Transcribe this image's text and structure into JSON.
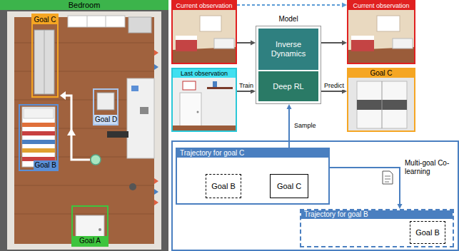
{
  "diagram": {
    "nodes": [
      {
        "text": [
          "Bedroom"
        ]
      },
      {
        "text": [
          "Goal C"
        ],
        "in": 0
      },
      {
        "text": [
          "Goal B"
        ],
        "in": 0
      },
      {
        "text": [
          "Goal D"
        ],
        "in": 0
      },
      {
        "text": [
          "Goal A"
        ],
        "in": 0
      },
      {
        "text": [
          "Current observation"
        ]
      },
      {
        "text": [
          "Last observation"
        ]
      },
      {
        "text": [
          "Model"
        ]
      },
      {
        "text": [
          "Inverse Dynamics"
        ],
        "in": 7
      },
      {
        "text": [
          "Deep RL"
        ],
        "in": 7
      },
      {
        "text": [
          "Current observation"
        ]
      },
      {
        "text": [
          "Goal C"
        ]
      },
      {
        "text": [
          "Trajectory for goal C"
        ]
      },
      {
        "text": [
          "Goal B"
        ],
        "in": 12
      },
      {
        "text": [
          "Goal C"
        ],
        "in": 12
      },
      {
        "text": [
          "Trajectory for goal B"
        ]
      },
      {
        "text": [
          "Goal B"
        ],
        "in": 15
      }
    ],
    "edges": [
      {
        "from": 5,
        "to": 7,
        "arrow": "to"
      },
      {
        "from": 6,
        "to": 7,
        "label": "Train",
        "arrow": "to"
      },
      {
        "from": 7,
        "to": 10,
        "arrow": "to"
      },
      {
        "from": 7,
        "to": 11,
        "label": "Predict",
        "arrow": "to"
      },
      {
        "from": 5,
        "to": 10,
        "arrow": "to"
      },
      {
        "from": 12,
        "to": 7,
        "label": "Sample",
        "arrow": "to"
      },
      {
        "from": 13,
        "to": 14,
        "arrow": "to"
      },
      {
        "from": 12,
        "to": 15,
        "label": "Multi-goal Co-learning",
        "arrow": "to"
      }
    ]
  }
}
